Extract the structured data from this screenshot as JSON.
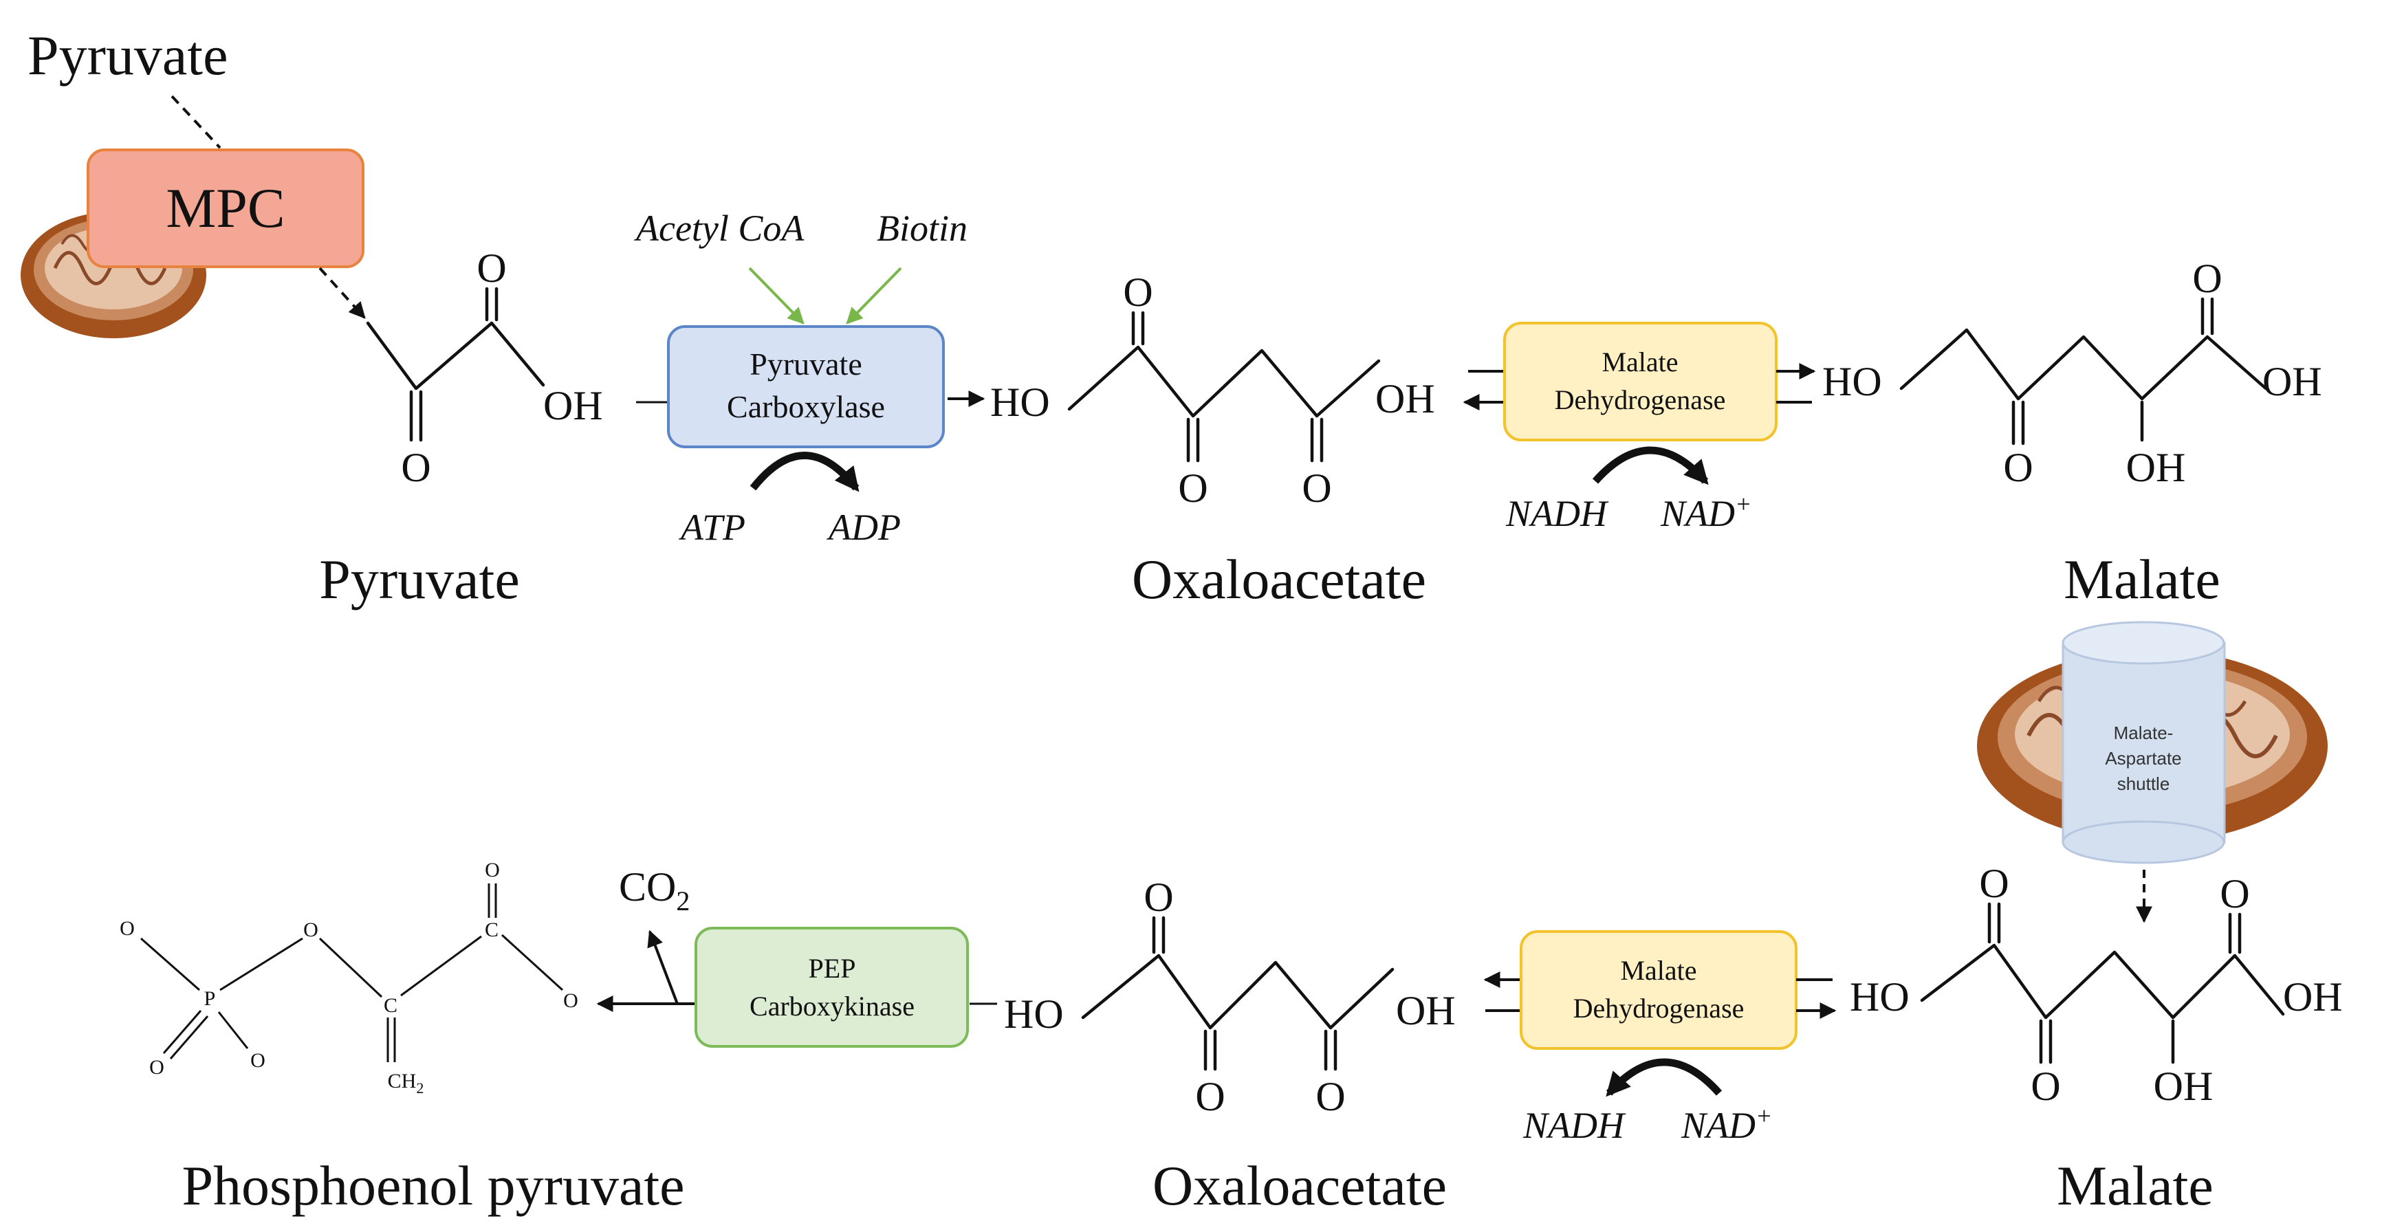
{
  "top": {
    "pyruvate_entry_label": "Pyruvate",
    "mpc_label": "MPC",
    "cofactor_acetyl": "Acetyl CoA",
    "cofactor_biotin": "Biotin",
    "enzyme_pc": [
      "Pyruvate",
      "Carboxylase"
    ],
    "atp": "ATP",
    "adp": "ADP",
    "enzyme_mdh": [
      "Malate",
      "Dehydrogenase"
    ],
    "nadh": "NADH",
    "nad": "NAD",
    "nad_sup": "+",
    "pyruvate_name": "Pyruvate",
    "oxaloacetate_name": "Oxaloacetate",
    "malate_name": "Malate"
  },
  "bottom": {
    "shuttle_label": [
      "Malate-",
      "Aspartate",
      "shuttle"
    ],
    "enzyme_mdh": [
      "Malate",
      "Dehydrogenase"
    ],
    "nadh": "NADH",
    "nad": "NAD",
    "nad_sup": "+",
    "enzyme_pepck": [
      "PEP",
      "Carboxykinase"
    ],
    "co2": "CO",
    "co2_sub": "2",
    "malate_name": "Malate",
    "oxaloacetate_name": "Oxaloacetate",
    "pep_name": "Phosphoenol pyruvate"
  },
  "atoms": {
    "o": "O",
    "oh": "OH",
    "ho": "HO",
    "p": "P",
    "c": "C",
    "ch2": "CH",
    "ch2_sub": "2"
  },
  "colors": {
    "mpc_fill": "#f5a795",
    "mpc_stroke": "#e8823f",
    "pc_fill": "#d6e1f4",
    "pc_stroke": "#5d86c9",
    "mdh_fill": "#fff1c4",
    "mdh_stroke": "#f2c32d",
    "pepck_fill": "#dcedd3",
    "pepck_stroke": "#7dbb59",
    "green_arrow": "#7ab74a",
    "shuttle_fill": "#d4dff0"
  }
}
